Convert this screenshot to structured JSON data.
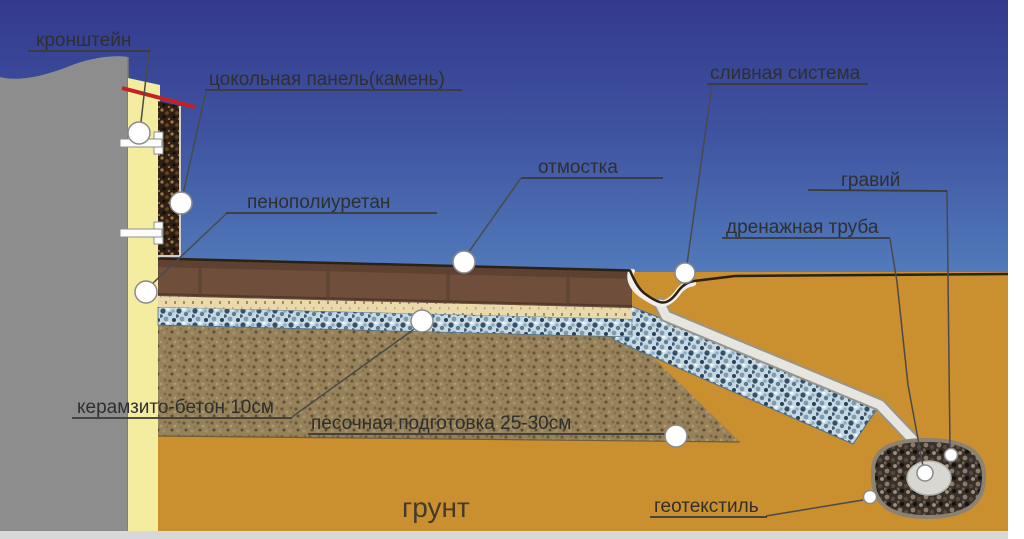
{
  "labels": {
    "bracket": "кронштейн",
    "plinth_panel": "цокольная панель(камень)",
    "polyurethane": "пенополиуретан",
    "blind_area": "отмостка",
    "drain_system": "сливная система",
    "gravel": "гравий",
    "drainage_pipe": "дренажная труба",
    "claydite_concrete": "керамзито-бетон 10см",
    "sand_preparation": "песочная подготовка 25-30см",
    "soil": "грунт",
    "geotextile": "геотекстиль"
  },
  "colors": {
    "sky_top": "#333a8e",
    "sky_mid": "#5480bf",
    "sky_bottom": "#7fbae8",
    "soil_ground": "#ca8f2e",
    "wall_concrete": "#8d8d8d",
    "insulation_yellow": "#f4eda0",
    "flashing_red": "#c32222",
    "pavement_brown": "#6f4f3b",
    "sand_bedding_cream": "#ead9ab",
    "claydite_concrete_blue": "#c9d9e3",
    "sand_preparation_tan": "#95815a",
    "gravel_dark": "#38302a",
    "pipe_gray": "#d8d7d2",
    "label_text": "#2f2f2f"
  }
}
